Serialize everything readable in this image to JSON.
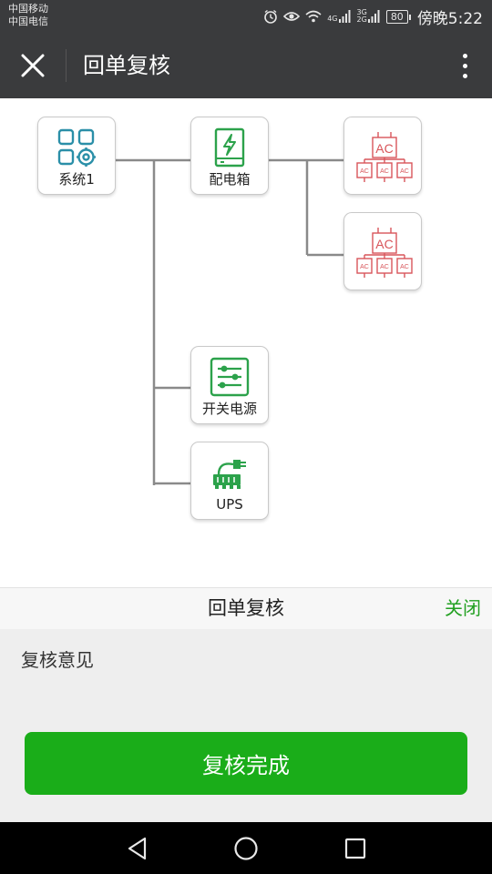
{
  "status_bar": {
    "carrier_1": "中国移动",
    "carrier_2": "中国电信",
    "network_1": "4G",
    "network_2a": "3G",
    "network_2b": "2G",
    "battery": "80",
    "time": "傍晚5:22",
    "icons": [
      "alarm-icon",
      "eye-icon",
      "wifi-icon",
      "signal-icon",
      "battery-icon"
    ]
  },
  "titlebar": {
    "title": "回单复核",
    "close_icon": "close-icon",
    "more_icon": "more-vertical-icon"
  },
  "diagram": {
    "nodes": {
      "system": {
        "label": "系统1",
        "icon": "system-grid-gear-icon"
      },
      "distribution_box": {
        "label": "配电箱",
        "icon": "distribution-box-icon"
      },
      "ac_1": {
        "icon_text": "AC",
        "sub_text": "AC",
        "icon": "ac-unit-icon"
      },
      "ac_2": {
        "icon_text": "AC",
        "sub_text": "AC",
        "icon": "ac-unit-icon"
      },
      "switch_power": {
        "label": "开关电源",
        "icon": "switch-power-icon"
      },
      "ups": {
        "label": "UPS",
        "icon": "ups-battery-plug-icon"
      }
    },
    "colors": {
      "teal": "#2a8fa8",
      "green": "#2ca24b",
      "red": "#d8555a",
      "line": "#8a8a8a"
    }
  },
  "sheet": {
    "title": "回单复核",
    "close_label": "关闭",
    "review_label": "复核意见",
    "submit_label": "复核完成",
    "accent": "#1aad19"
  },
  "navbar": {
    "icons": [
      "back-triangle-icon",
      "home-circle-icon",
      "recent-square-icon"
    ]
  }
}
